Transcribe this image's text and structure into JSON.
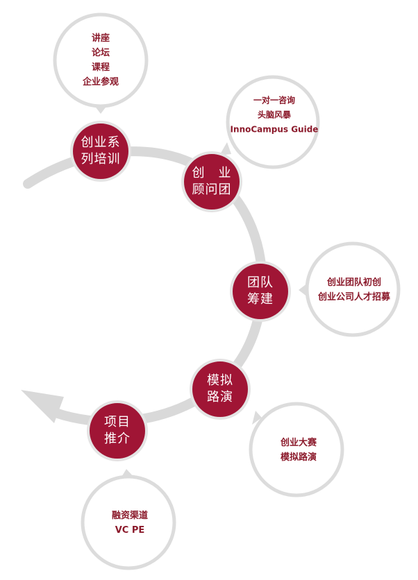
{
  "colors": {
    "stage_fill": "#a01535",
    "stage_ring": "#e4e4e4",
    "arc": "#d9d9d9",
    "bubble_ring": "#dcdcdc",
    "bubble_text": "#8b1a2b"
  },
  "stages": [
    {
      "line1": "创业系",
      "line2": "列培训"
    },
    {
      "line1": "创　业",
      "line2": "顾问团"
    },
    {
      "line1": "团队",
      "line2": "筹建"
    },
    {
      "line1": "模拟",
      "line2": "路演"
    },
    {
      "line1": "项目",
      "line2": "推介"
    }
  ],
  "bubbles": [
    {
      "lines": [
        "讲座",
        "论坛",
        "课程",
        "企业参观"
      ]
    },
    {
      "lines": [
        "一对一咨询",
        "头脑风暴",
        "InnoCampus Guide"
      ]
    },
    {
      "lines": [
        "创业团队初创",
        "创业公司人才招募"
      ]
    },
    {
      "lines": [
        "创业大赛",
        "模拟路演"
      ]
    },
    {
      "lines": [
        "融资渠道",
        "VC PE"
      ]
    }
  ]
}
